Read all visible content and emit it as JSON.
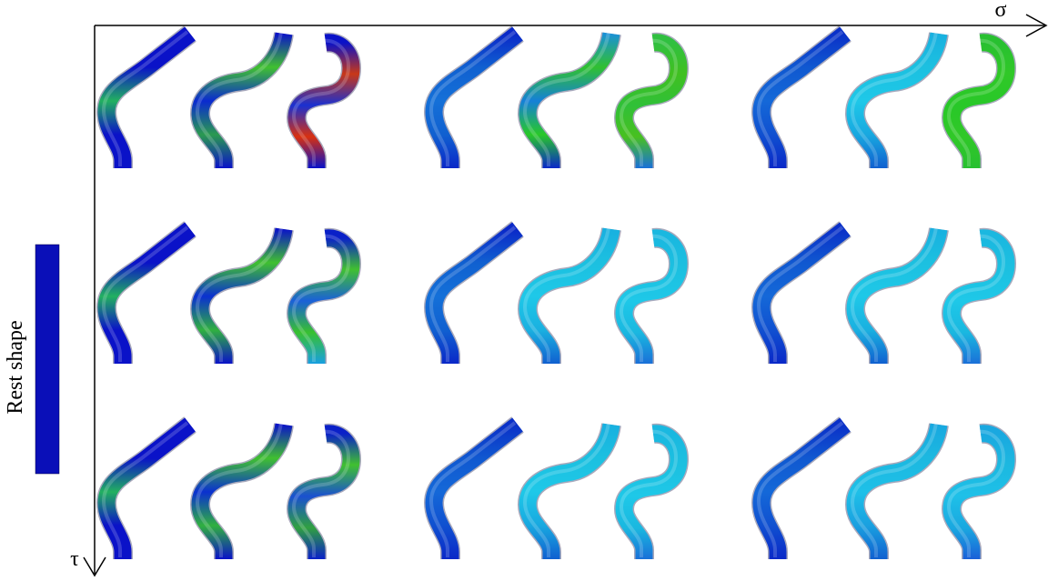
{
  "axes": {
    "x_label": "σ",
    "y_label": "τ"
  },
  "rest_shape": {
    "label": "Rest shape",
    "color": "#0a0fb8"
  },
  "shapes": [
    "tilted",
    "s-curve",
    "hook"
  ],
  "colors": {
    "deep_blue": "#0a12c8",
    "steel_blue": "#1060d0",
    "cyan": "#1ec8e8",
    "green": "#28c828",
    "red": "#d83010"
  },
  "grid": [
    [
      [
        {
          "shape": "tilted",
          "gradient": [
            "#0a12c8",
            "#0a12c8",
            "#22b060",
            "#0a12c8",
            "#0a12c8"
          ]
        },
        {
          "shape": "s-curve",
          "gradient": [
            "#0a12c8",
            "#2a9a50",
            "#0a2ad0",
            "#40c030",
            "#0a12c8"
          ]
        },
        {
          "shape": "hook",
          "gradient": [
            "#0a12c8",
            "#d83010",
            "#1a30d0",
            "#c83818",
            "#0a12c8"
          ]
        }
      ],
      [
        {
          "shape": "tilted",
          "gradient": [
            "#0a28c8",
            "#1060d0",
            "#1470d8",
            "#1060d0",
            "#0a28c8"
          ]
        },
        {
          "shape": "s-curve",
          "gradient": [
            "#0a28c8",
            "#28c828",
            "#1580d8",
            "#30c030",
            "#1a90d8"
          ]
        },
        {
          "shape": "hook",
          "gradient": [
            "#1a70d8",
            "#48c020",
            "#30c038",
            "#40c020",
            "#30c040"
          ]
        }
      ],
      [
        {
          "shape": "tilted",
          "gradient": [
            "#0a28c8",
            "#1050d0",
            "#1468d8",
            "#1058d0",
            "#0a30c8"
          ]
        },
        {
          "shape": "s-curve",
          "gradient": [
            "#1060d0",
            "#18a8e0",
            "#1ec8e8",
            "#1cc0e0",
            "#18b0e0"
          ]
        },
        {
          "shape": "hook",
          "gradient": [
            "#28c030",
            "#30c828",
            "#28c828",
            "#30c828",
            "#28c030"
          ]
        }
      ]
    ],
    [
      [
        {
          "shape": "tilted",
          "gradient": [
            "#0a12c8",
            "#0a12c8",
            "#22b060",
            "#0a12c8",
            "#0a12c8"
          ]
        },
        {
          "shape": "s-curve",
          "gradient": [
            "#0a12c8",
            "#30b040",
            "#0a30d0",
            "#40c030",
            "#0a12c8"
          ]
        },
        {
          "shape": "hook",
          "gradient": [
            "#18a0e0",
            "#38c030",
            "#1a60d8",
            "#40c030",
            "#0a20c8"
          ]
        }
      ],
      [
        {
          "shape": "tilted",
          "gradient": [
            "#0a28c8",
            "#1060d0",
            "#1470d8",
            "#1060d0",
            "#0a28c8"
          ]
        },
        {
          "shape": "s-curve",
          "gradient": [
            "#1060d0",
            "#1ab0e0",
            "#1ec8e8",
            "#1cc0e0",
            "#18b0e0"
          ]
        },
        {
          "shape": "hook",
          "gradient": [
            "#1a70d8",
            "#1ab8e0",
            "#1ec8e8",
            "#1cc0e0",
            "#1ab8e0"
          ]
        }
      ],
      [
        {
          "shape": "tilted",
          "gradient": [
            "#0a28c8",
            "#1050d0",
            "#1468d8",
            "#1058d0",
            "#0a30c8"
          ]
        },
        {
          "shape": "s-curve",
          "gradient": [
            "#1060d0",
            "#1ab0e0",
            "#1ec8e8",
            "#1cc0e0",
            "#18b0e0"
          ]
        },
        {
          "shape": "hook",
          "gradient": [
            "#1a70d8",
            "#1ab8e0",
            "#1ec8e8",
            "#1cc0e0",
            "#1ab8e0"
          ]
        }
      ]
    ],
    [
      [
        {
          "shape": "tilted",
          "gradient": [
            "#0a12c8",
            "#0a12c8",
            "#22b060",
            "#0a12c8",
            "#0a12c8"
          ]
        },
        {
          "shape": "s-curve",
          "gradient": [
            "#0a12c8",
            "#30b040",
            "#0a30d0",
            "#40c030",
            "#0a12c8"
          ]
        },
        {
          "shape": "hook",
          "gradient": [
            "#0a20c8",
            "#30a040",
            "#1a50d0",
            "#40c030",
            "#0a20c8"
          ]
        }
      ],
      [
        {
          "shape": "tilted",
          "gradient": [
            "#0a28c8",
            "#1050d0",
            "#1468d8",
            "#1058d0",
            "#0a30c8"
          ]
        },
        {
          "shape": "s-curve",
          "gradient": [
            "#1060d0",
            "#18a8e0",
            "#1ec8e8",
            "#1cc0e0",
            "#18b0e0"
          ]
        },
        {
          "shape": "hook",
          "gradient": [
            "#1a70d8",
            "#1ab8e0",
            "#1ec8e8",
            "#1cc0e0",
            "#1ab8e0"
          ]
        }
      ],
      [
        {
          "shape": "tilted",
          "gradient": [
            "#0a28c8",
            "#1050d0",
            "#1468d8",
            "#1058d0",
            "#0a30c8"
          ]
        },
        {
          "shape": "s-curve",
          "gradient": [
            "#1060d0",
            "#1aa0e0",
            "#1ec0e8",
            "#1cb8e0",
            "#18a8e0"
          ]
        },
        {
          "shape": "hook",
          "gradient": [
            "#1a60d8",
            "#1aa8e0",
            "#1ec0e8",
            "#1cb8e0",
            "#1aa8e0"
          ]
        }
      ]
    ]
  ]
}
